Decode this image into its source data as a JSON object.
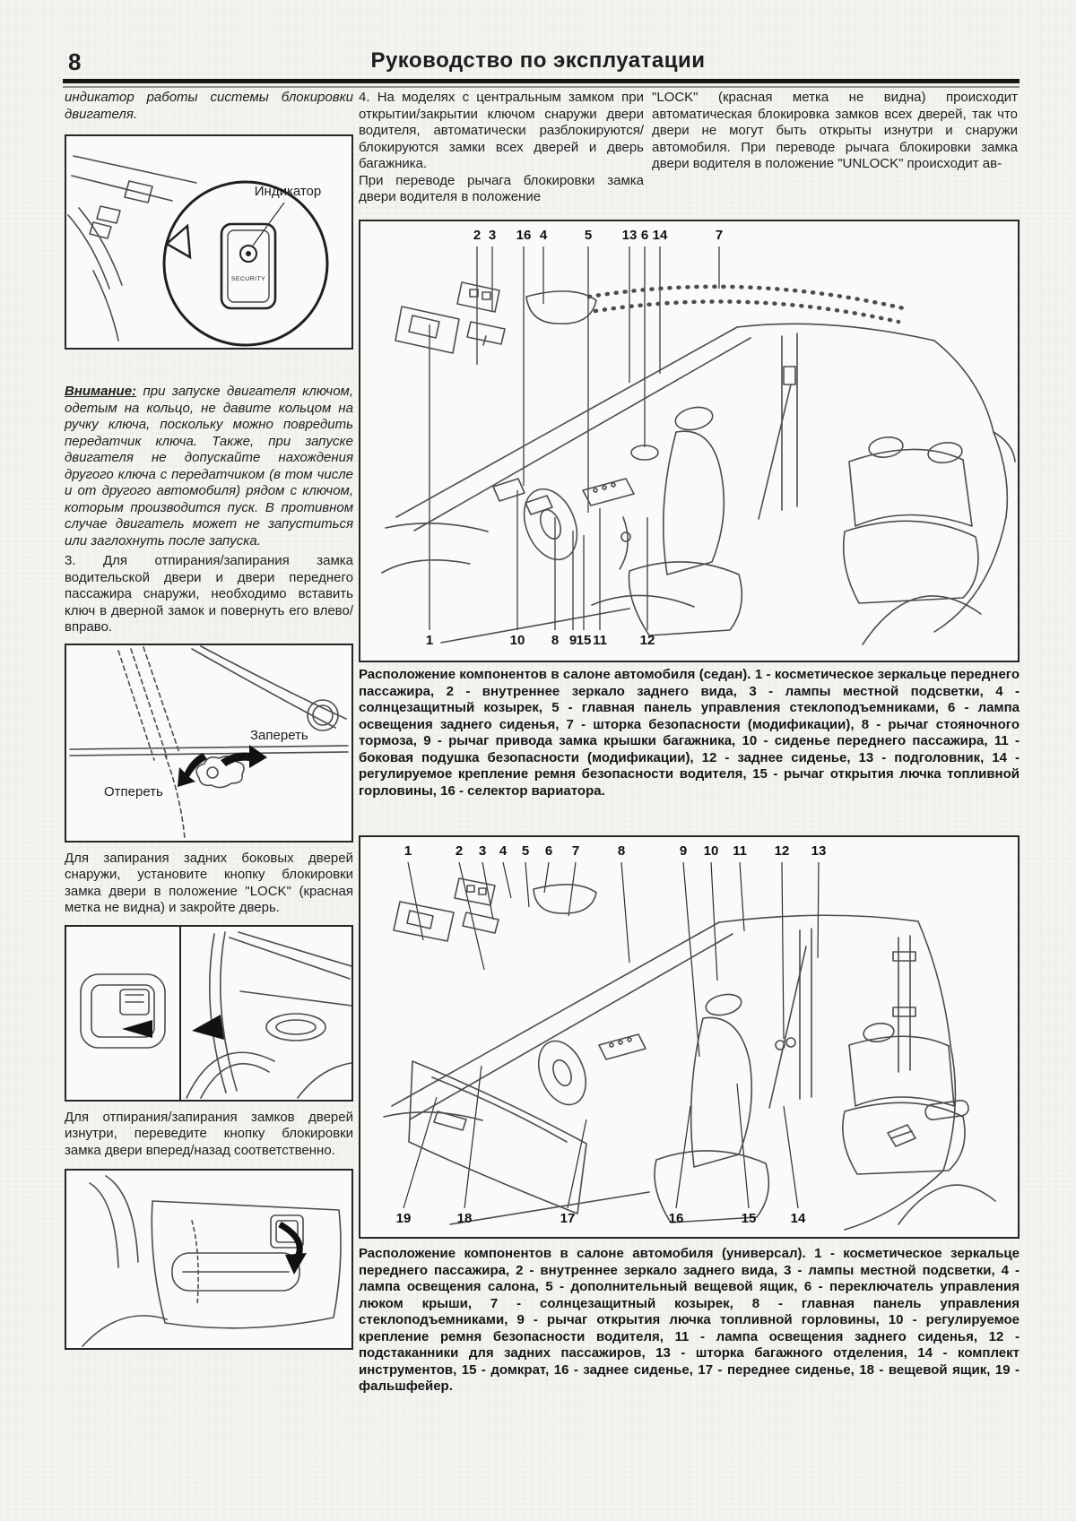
{
  "header": {
    "page_number": "8",
    "title": "Руководство по эксплуатации"
  },
  "left_column": {
    "intro": "индикатор работы системы блокировки двигателя.",
    "warning_label": "Внимание:",
    "warning_body": " при запуске двигателя ключом, одетым на кольцо, не давите кольцом на ручку ключа, поскольку можно повредить передатчик ключа. Также, при запуске двигателя не допускайте нахождения другого ключа с передатчиком (в том числе и от другого автомобиля) рядом с ключом, которым производится пуск. В противном случае двигатель может не запуститься или заглохнуть после запуска.",
    "step3": "3. Для отпирания/запирания замка водительской двери и двери переднего пассажира снаружи, необходимо вставить ключ в дверной замок и повернуть его влево/вправо.",
    "rear_lock": "Для запирания задних боковых дверей снаружи, установите кнопку блокировки замка двери в положение \"LOCK\" (красная метка не видна) и закройте дверь.",
    "inside_lock": "Для отпирания/запирания замков дверей изнутри, переведите кнопку блокировки замка двери вперед/назад соответственно."
  },
  "fig_indicator": {
    "label": "Индикатор",
    "button": "SECURITY"
  },
  "fig_door_key": {
    "lock": "Запереть",
    "unlock": "Отпереть"
  },
  "column2": {
    "p1": "4. На моделях с центральным замком при открытии/закрытии ключом снаружи двери водителя, автоматически разблокируются/блокируются замки всех дверей и дверь багажника.",
    "p2": "При переводе рычага блокировки замка двери водителя в положение"
  },
  "column3": {
    "p1": "\"LOCK\" (красная метка не видна) происходит автоматическая блокировка замков всех дверей, так что двери не могут быть открыты изнутри и снаружи автомобиля. При переводе рычага блокировки замка двери водителя в положение \"UNLOCK\" происходит ав-"
  },
  "sedan": {
    "caption": "Расположение компонентов в салоне автомобиля (седан). 1 - косметическое зеркальце переднего пассажира, 2 - внутреннее зеркало заднего вида, 3 - лампы местной подсветки, 4 - солнцезащитный козырек, 5 - главная панель управления стеклоподъемниками, 6 - лампа освещения заднего сиденья, 7 - шторка безопасности (модификации), 8 - рычаг стояночного тормоза, 9 - рычаг привода замка крышки багажника, 10 - сиденье переднего пассажира, 11 - боковая подушка безопасности (модификации), 12 - заднее сиденье, 13 - подголовник, 14 - регулируемое крепление ремня безопасности водителя, 15 - рычаг открытия лючка топливной горловины, 16 - селектор вариатора.",
    "top": [
      "2",
      "3",
      "16",
      "4",
      "5",
      "13",
      "6",
      "14",
      "7"
    ],
    "bottom": [
      "1",
      "10",
      "8",
      "9",
      "15",
      "11",
      "12"
    ]
  },
  "wagon": {
    "caption": "Расположение компонентов в салоне автомобиля (универсал). 1 - косметическое зеркальце переднего пассажира, 2 - внутреннее зеркало заднего вида, 3 - лампы местной подсветки, 4 - лампа освещения салона, 5 - дополнительный вещевой ящик, 6 - переключатель управления люком крыши, 7 - солнцезащитный козырек, 8 - главная панель управления стеклоподъемниками, 9 - рычаг открытия лючка топливной горловины, 10 - регулируемое крепление ремня безопасности водителя, 11 - лампа освещения заднего сиденья, 12 - подстаканники для задних пассажиров, 13 - шторка багажного отделения, 14 - комплект инструментов, 15 - домкрат, 16 - заднее сиденье, 17 - переднее сиденье, 18 - вещевой ящик, 19 - фальшфейер.",
    "top": [
      "1",
      "2",
      "3",
      "4",
      "5",
      "6",
      "7",
      "8",
      "9",
      "10",
      "11",
      "12",
      "13"
    ],
    "bottom": [
      "19",
      "18",
      "17",
      "16",
      "15",
      "14"
    ]
  }
}
